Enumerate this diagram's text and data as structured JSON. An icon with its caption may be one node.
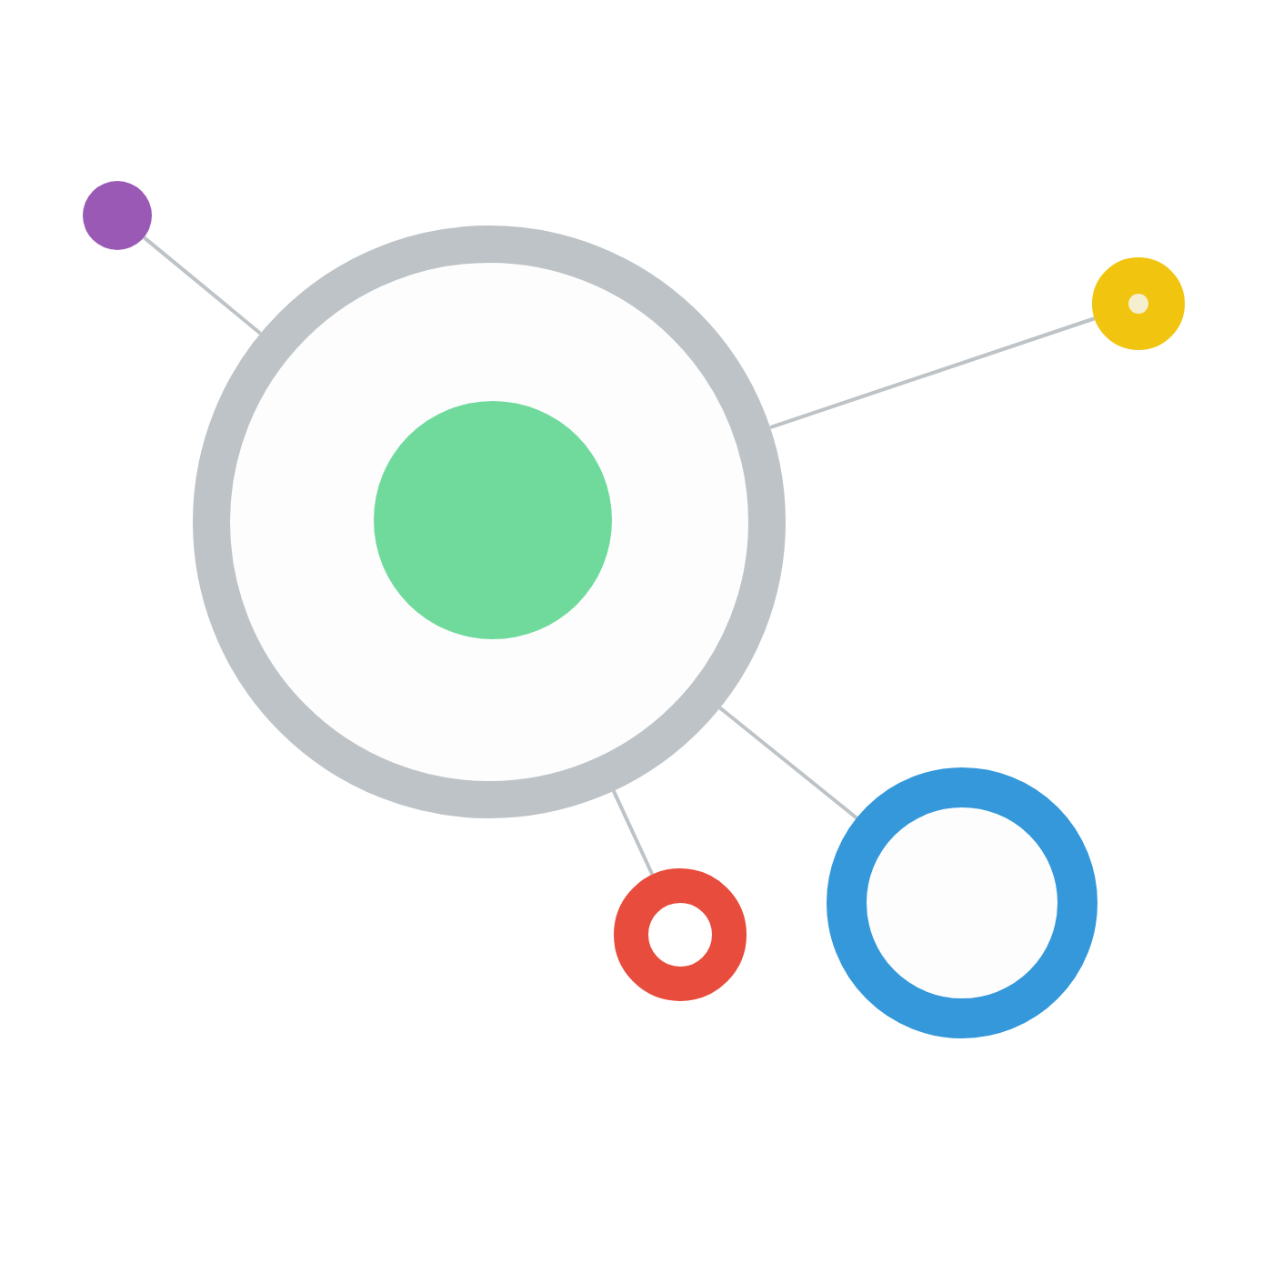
{
  "diagram": {
    "nodes": [
      {
        "text": [],
        "shape": "circle"
      },
      {
        "text": [],
        "shape": "circle"
      },
      {
        "text": [],
        "shape": "circle",
        "in": 1
      },
      {
        "text": [],
        "shape": "circle"
      },
      {
        "text": [],
        "shape": "circle"
      },
      {
        "text": [],
        "shape": "circle"
      }
    ],
    "edges": [
      {
        "from": 0,
        "to": 1,
        "arrow": "none"
      },
      {
        "from": 1,
        "to": 3,
        "arrow": "none"
      },
      {
        "from": 1,
        "to": 4,
        "arrow": "none"
      },
      {
        "from": 1,
        "to": 5,
        "arrow": "none"
      }
    ]
  }
}
